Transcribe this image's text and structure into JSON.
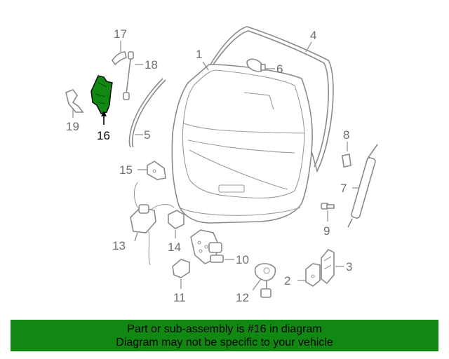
{
  "diagram": {
    "highlight_color": "#118811",
    "callouts": [
      {
        "id": "1",
        "label": "1"
      },
      {
        "id": "2",
        "label": "2"
      },
      {
        "id": "3",
        "label": "3"
      },
      {
        "id": "4",
        "label": "4"
      },
      {
        "id": "5",
        "label": "5"
      },
      {
        "id": "6",
        "label": "6"
      },
      {
        "id": "7",
        "label": "7"
      },
      {
        "id": "8",
        "label": "8"
      },
      {
        "id": "9",
        "label": "9"
      },
      {
        "id": "10",
        "label": "10"
      },
      {
        "id": "11",
        "label": "11"
      },
      {
        "id": "12",
        "label": "12"
      },
      {
        "id": "13",
        "label": "13"
      },
      {
        "id": "14",
        "label": "14"
      },
      {
        "id": "15",
        "label": "15"
      },
      {
        "id": "16",
        "label": "16",
        "highlighted": true
      },
      {
        "id": "17",
        "label": "17"
      },
      {
        "id": "18",
        "label": "18"
      },
      {
        "id": "19",
        "label": "19"
      }
    ]
  },
  "footer": {
    "line1": "Part or sub-assembly is #16 in diagram",
    "line2": "Diagram may not be specific to your vehicle",
    "background": "#118811"
  }
}
